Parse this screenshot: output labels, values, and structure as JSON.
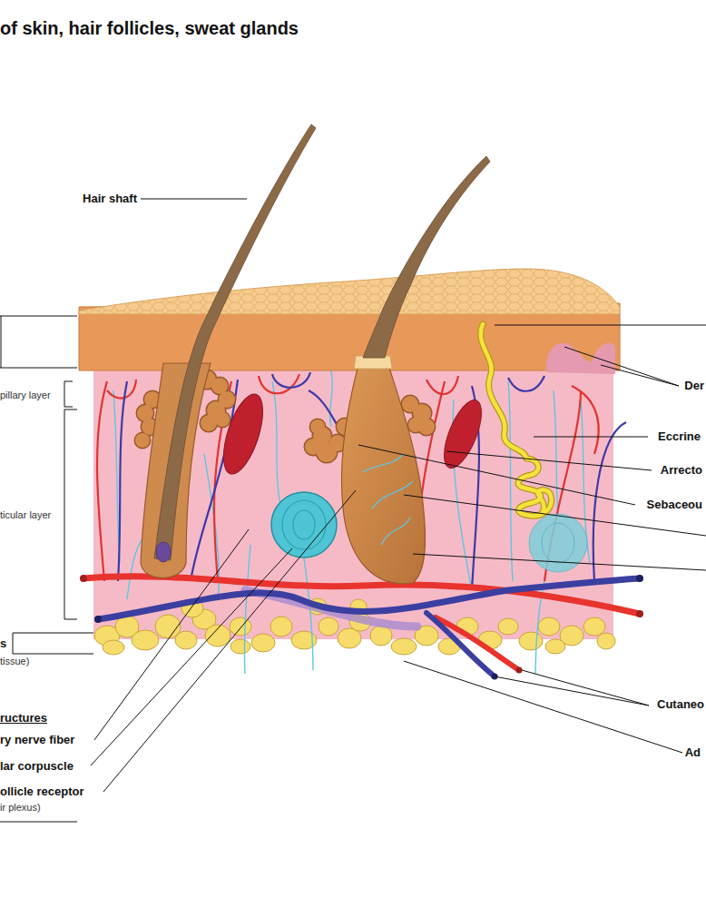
{
  "diagram": {
    "title": "of skin, hair follicles, sweat glands",
    "labels": [
      "Hair shaft",
      "pillary layer",
      "ticular layer",
      "s",
      "tissue)",
      "ructures",
      "ry nerve fiber",
      "lar corpuscle",
      "ollicle receptor",
      "ir plexus)",
      "Der",
      "Eccrine",
      "Arrecto",
      "Sebaceou",
      "Cutaneo",
      "Ad"
    ]
  }
}
